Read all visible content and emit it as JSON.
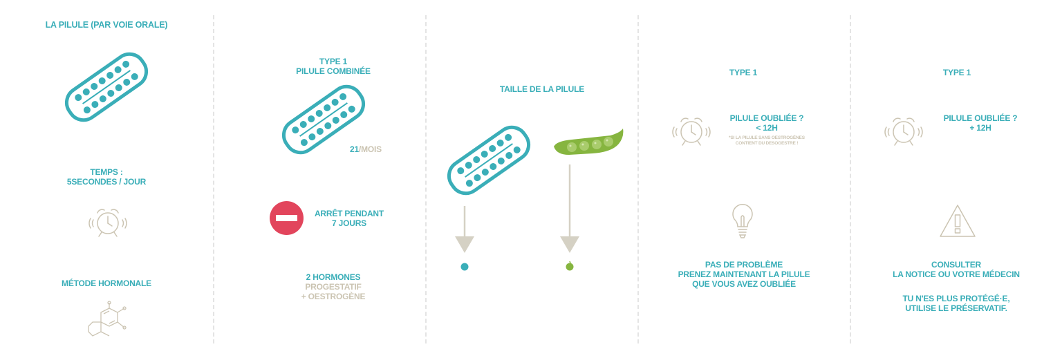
{
  "col1": {
    "title": "LA PILULE (PAR VOIE ORALE)",
    "time_label": "TEMPS :",
    "time_value": "5SECONDES / JOUR",
    "method": "MÉTODE HORMONALE"
  },
  "col2": {
    "type": "TYPE 1",
    "subtitle": "PILULE COMBINÉE",
    "count_number": "21",
    "count_unit": "/MOIS",
    "stop_line1": "ARRÊT PENDANT",
    "stop_line2": "7 JOURS",
    "hormones_title": "2 HORMONES",
    "hormone_1": "PROGESTATIF",
    "hormone_2": "+ OESTROGÈNE"
  },
  "col3": {
    "title": "TAILLE DE LA PILULE"
  },
  "col4": {
    "type": "TYPE 1",
    "question": "PILULE OUBLIÉE ?",
    "time": "< 12H",
    "note_line1": "*SI LA PILULE SANS OESTROGÈNES",
    "note_line2": "CONTIENT DU DESOGESTRE !",
    "advice_line1": "PAS DE PROBLÈME",
    "advice_line2": "PRENEZ MAINTENANT LA PILULE",
    "advice_line3": "QUE VOUS AVEZ OUBLIÉE"
  },
  "col5": {
    "type": "TYPE 1",
    "question": "PILULE OUBLIÉE ?",
    "time": "+ 12H",
    "advice_line1": "CONSULTER",
    "advice_line2": "LA NOTICE OU VOTRE MÉDECIN",
    "warning_line1": "TU N'ES PLUS PROTÉGÉ·E,",
    "warning_line2": "UTILISE LE PRÉSERVATIF."
  },
  "colors": {
    "teal": "#3aaeb8",
    "beige": "#cbc4b2",
    "red": "#e2455c",
    "green": "#86b53f",
    "arrow": "#d5d1c4"
  },
  "icons": [
    "pill-pack-icon",
    "alarm-clock-icon",
    "molecule-icon",
    "no-entry-icon",
    "pea-pod-icon",
    "arrow-down-icon",
    "lightbulb-icon",
    "warning-icon"
  ]
}
